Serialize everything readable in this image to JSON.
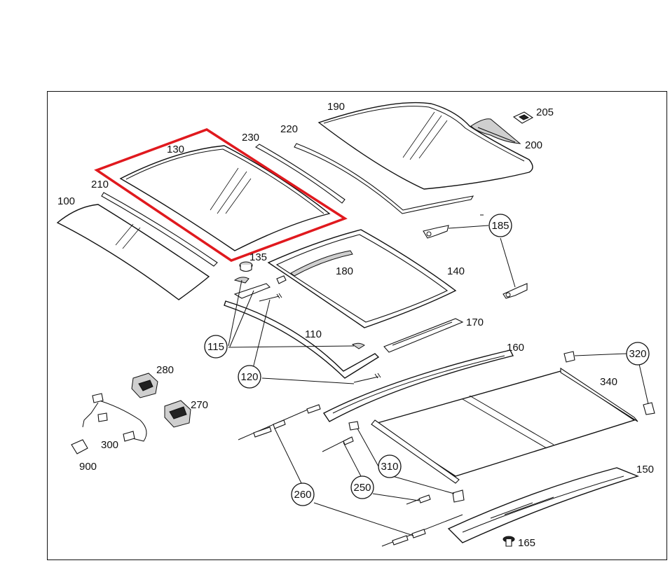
{
  "highlight_color": "#e0191e",
  "highlighted_part": "130",
  "labels": {
    "p100": "100",
    "p110": "110",
    "p115": "115",
    "p120": "120",
    "p130": "130",
    "p135": "135",
    "p140": "140",
    "p150": "150",
    "p160": "160",
    "p165": "165",
    "p170": "170",
    "p180": "180",
    "p185": "185",
    "p190": "190",
    "p200": "200",
    "p205": "205",
    "p210": "210",
    "p220": "220",
    "p230": "230",
    "p250": "250",
    "p260": "260",
    "p270": "270",
    "p280": "280",
    "p300": "300",
    "p310": "310",
    "p320": "320",
    "p340": "340",
    "p900": "900"
  }
}
